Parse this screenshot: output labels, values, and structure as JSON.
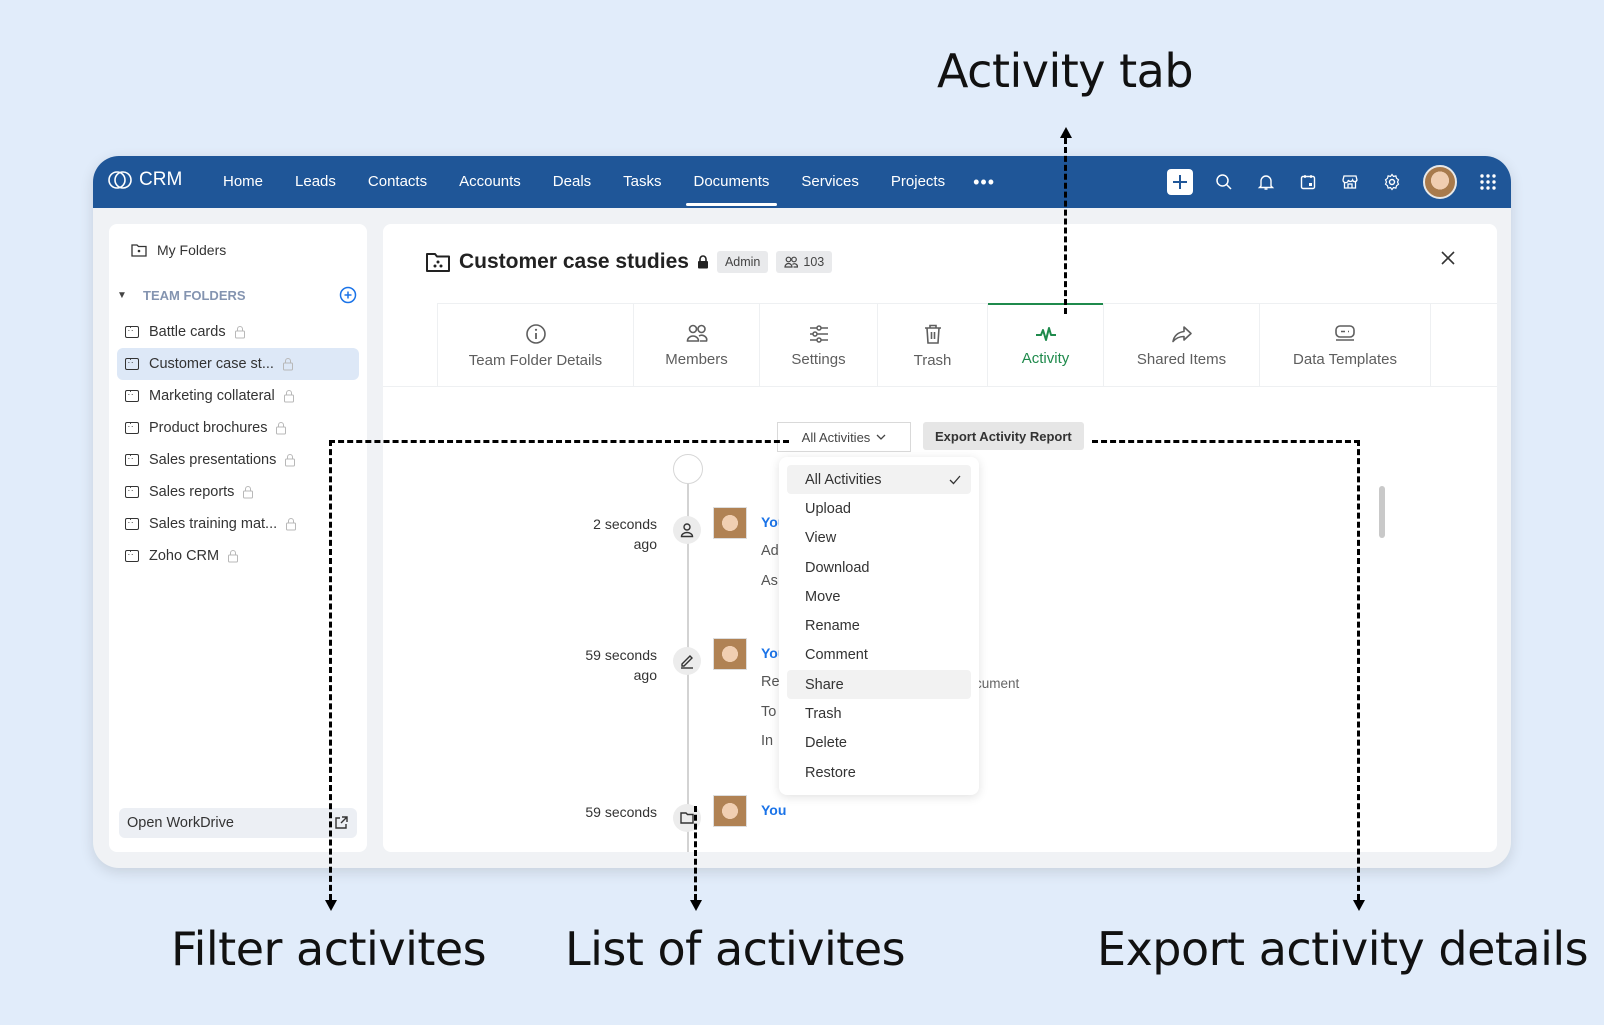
{
  "annotations": {
    "activity_tab": "Activity tab",
    "filter": "Filter activites",
    "list": "List of activites",
    "export": "Export activity details"
  },
  "topbar": {
    "app_name": "CRM",
    "nav": [
      "Home",
      "Leads",
      "Contacts",
      "Accounts",
      "Deals",
      "Tasks",
      "Documents",
      "Services",
      "Projects"
    ],
    "active_nav": "Documents",
    "more": "•••",
    "icons": [
      "plus-icon",
      "search-icon",
      "bell-icon",
      "calendar-icon",
      "marketplace-icon",
      "gear-icon",
      "avatar",
      "app-grid-icon"
    ],
    "brand_color": "#1f5698"
  },
  "sidebar": {
    "my_folders": "My Folders",
    "team_folders_label": "TEAM FOLDERS",
    "folders": [
      {
        "label": "Battle cards",
        "active": false
      },
      {
        "label": "Customer case st...",
        "active": true
      },
      {
        "label": "Marketing collateral",
        "active": false
      },
      {
        "label": "Product brochures",
        "active": false
      },
      {
        "label": "Sales presentations",
        "active": false
      },
      {
        "label": "Sales reports",
        "active": false
      },
      {
        "label": "Sales training mat...",
        "active": false
      },
      {
        "label": "Zoho CRM",
        "active": false
      }
    ],
    "open_workdrive": "Open WorkDrive"
  },
  "main": {
    "title": "Customer case studies",
    "role_badge": "Admin",
    "member_count": "103",
    "tabs": [
      {
        "label": "Team Folder Details",
        "icon": "info-icon"
      },
      {
        "label": "Members",
        "icon": "members-icon"
      },
      {
        "label": "Settings",
        "icon": "sliders-icon"
      },
      {
        "label": "Trash",
        "icon": "trash-icon"
      },
      {
        "label": "Activity",
        "icon": "pulse-icon"
      },
      {
        "label": "Shared Items",
        "icon": "share-icon"
      },
      {
        "label": "Data Templates",
        "icon": "template-icon"
      }
    ],
    "active_tab": "Activity",
    "active_color": "#1f8a4c",
    "filter_selected": "All Activities",
    "export_button": "Export Activity Report",
    "filter_options": [
      "All Activities",
      "Upload",
      "View",
      "Download",
      "Move",
      "Rename",
      "Comment",
      "Share",
      "Trash",
      "Delete",
      "Restore"
    ],
    "hovered_option": "Share",
    "activities": [
      {
        "time_line1": "2 seconds",
        "time_line2": "ago",
        "user": "You",
        "lines": [
          "Ad",
          "As"
        ],
        "icon": "user-icon"
      },
      {
        "time_line1": "59 seconds",
        "time_line2": "ago",
        "user": "You",
        "lines": [
          "Re",
          "To",
          "In"
        ],
        "tail": "cument",
        "icon": "pencil-icon"
      },
      {
        "time_line1": "59 seconds",
        "time_line2": "",
        "user": "You",
        "lines": [],
        "icon": "folder-icon"
      }
    ]
  }
}
